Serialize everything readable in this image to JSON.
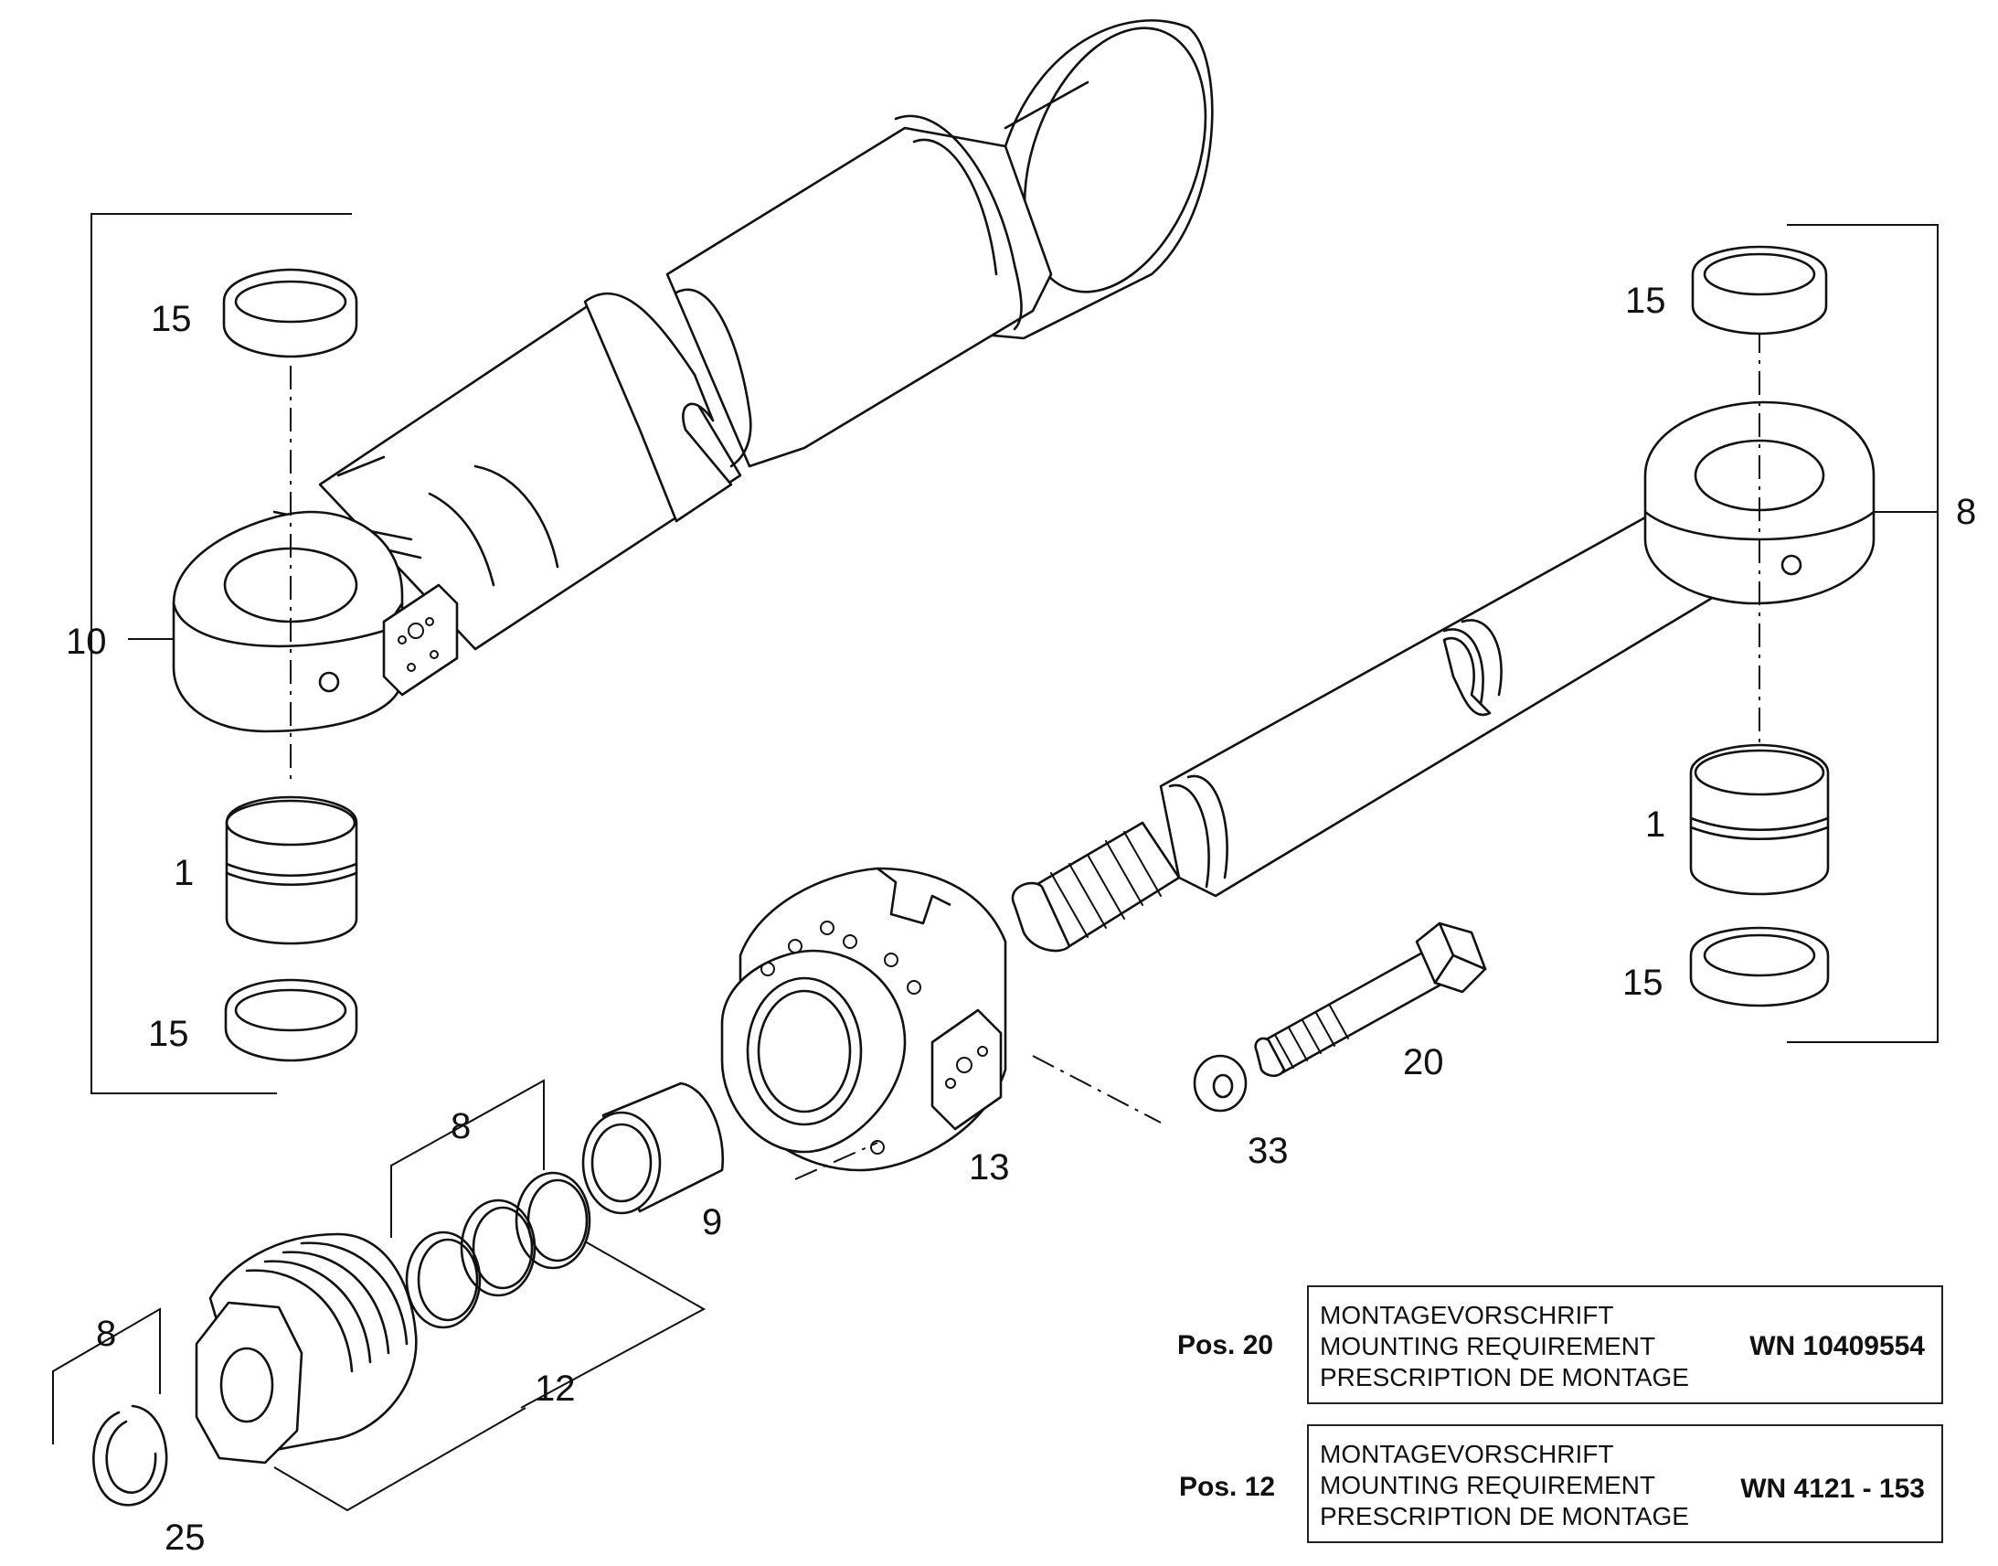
{
  "callouts": {
    "top_left_seal": "15",
    "left_assembly": "10",
    "left_bushing": "1",
    "left_bottom_seal": "15",
    "right_top_seal": "15",
    "right_assembly": "8",
    "right_bushing": "1",
    "right_bottom_seal": "15",
    "bolt": "20",
    "washer": "33",
    "guide_head": "13",
    "guide_bushing": "9",
    "seal_set": "8",
    "piston_group": "12",
    "snap_ring_group": "8",
    "snap_ring": "25"
  },
  "requirements": [
    {
      "position": "Pos. 20",
      "lines": [
        "MONTAGEVORSCHRIFT",
        "MOUNTING REQUIREMENT",
        "PRESCRIPTION DE MONTAGE"
      ],
      "code": "WN 10409554"
    },
    {
      "position": "Pos. 12",
      "lines": [
        "MONTAGEVORSCHRIFT",
        "MOUNTING REQUIREMENT",
        "PRESCRIPTION DE MONTAGE"
      ],
      "code": "WN 4121 - 153"
    }
  ]
}
